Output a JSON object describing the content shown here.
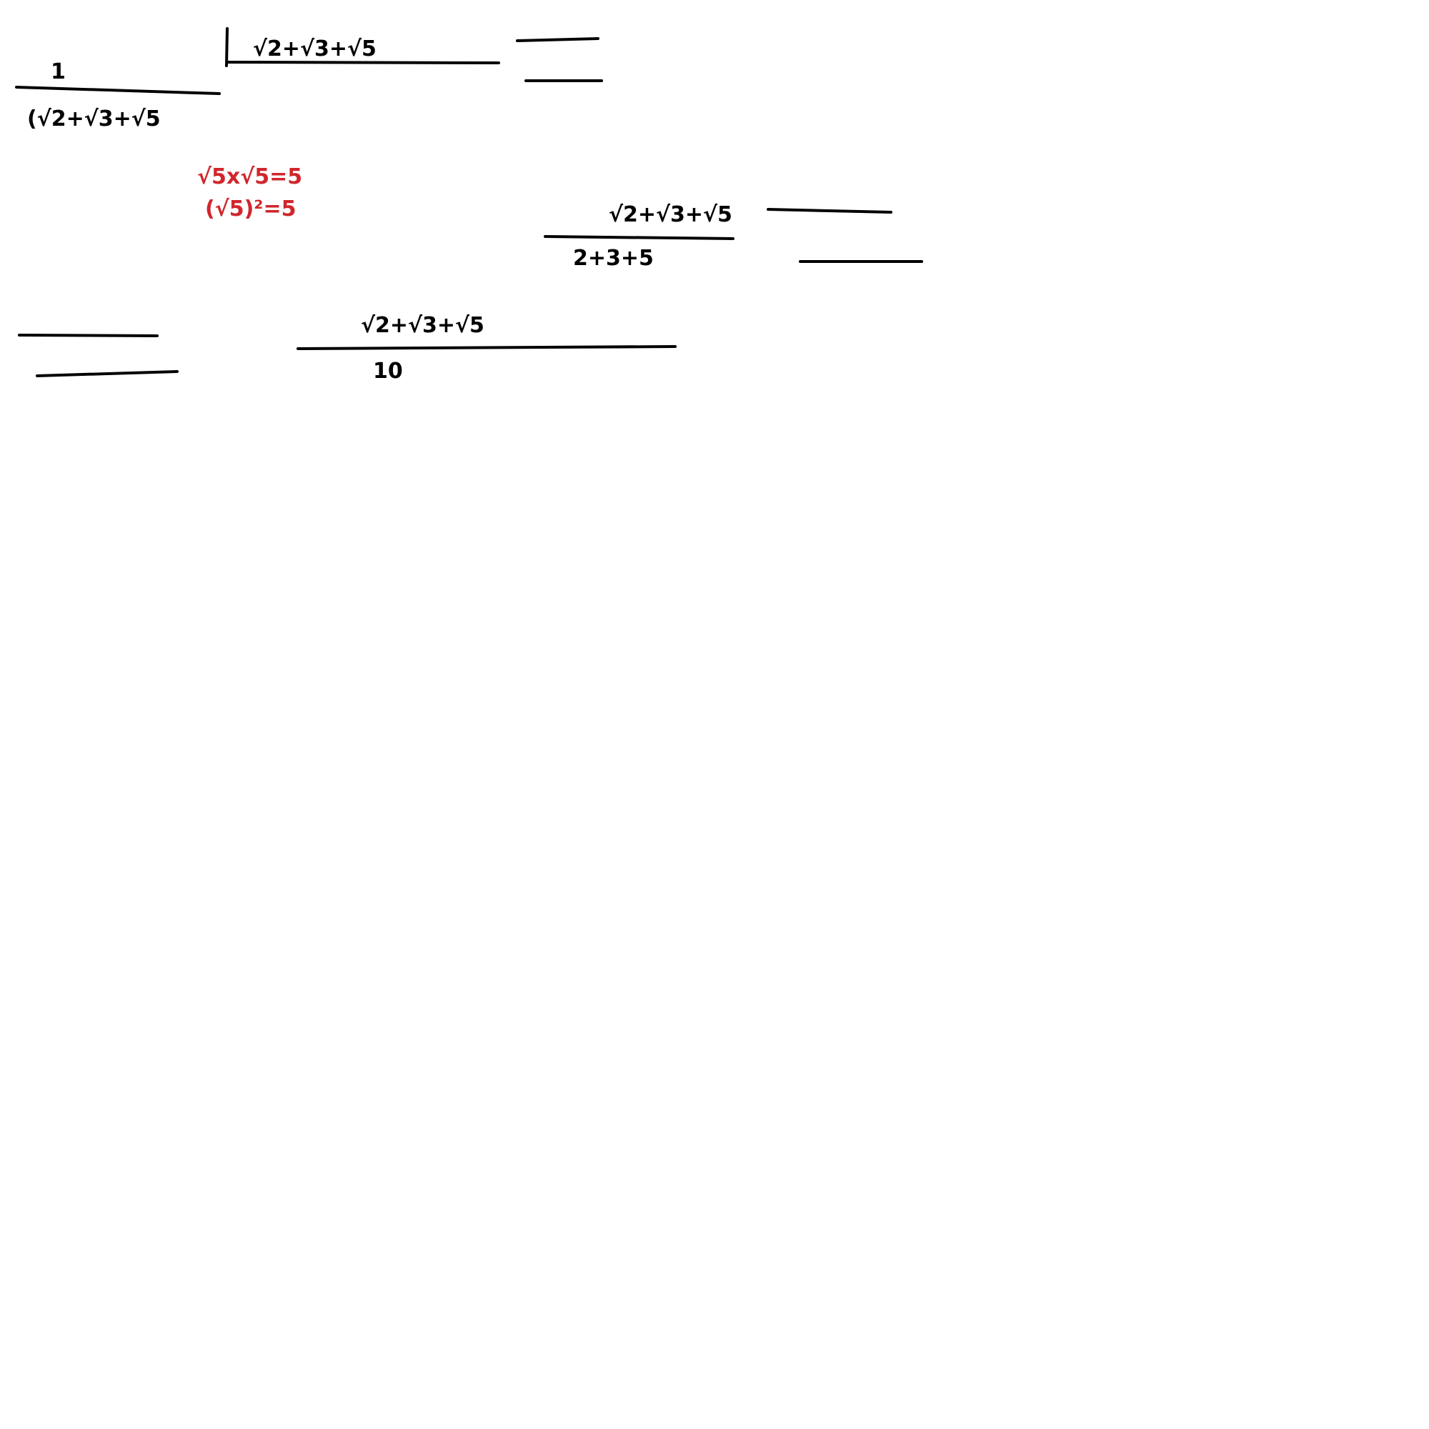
{
  "colors": {
    "ink": "#000000",
    "accent": "#d0262c",
    "background": "#ffffff"
  },
  "step1": {
    "numerator": "1",
    "denominator": "(√2+√3+√5",
    "multiplier_numerator": "√2+√3+√5"
  },
  "note": {
    "line1": "√5x√5=5",
    "line2": "(√5)²=5"
  },
  "step2": {
    "numerator": "√2+√3+√5",
    "denominator": "2+3+5"
  },
  "step3": {
    "numerator": "√2+√3+√5",
    "denominator": "10"
  }
}
